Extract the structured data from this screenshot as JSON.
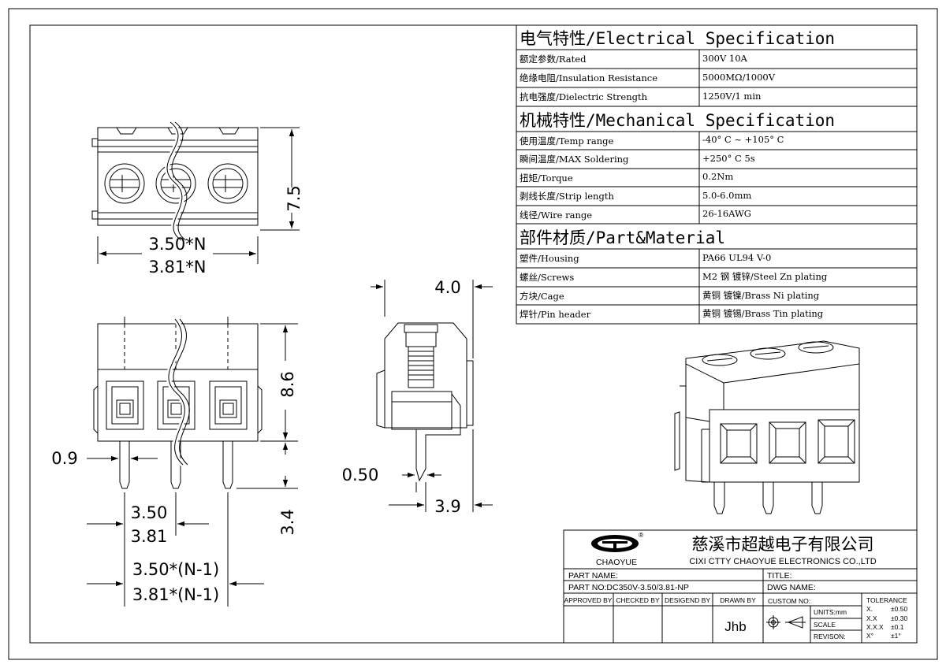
{
  "electrical": {
    "title": "电气特性/Electrical Specification",
    "rows": [
      {
        "label": "额定参数/Rated",
        "value": "300V  10A"
      },
      {
        "label": "绝缘电阻/Insulation Resistance",
        "value": "5000MΩ/1000V"
      },
      {
        "label": "抗电强度/Dielectric Strength",
        "value": "1250V/1 min"
      }
    ]
  },
  "mechanical": {
    "title": "机械特性/Mechanical Specification",
    "rows": [
      {
        "label": "使用温度/Temp range",
        "value": "-40° C ~ +105° C"
      },
      {
        "label": "瞬间温度/MAX Soldering",
        "value": "+250° C    5s"
      },
      {
        "label": "扭矩/Torque",
        "value": "0.2Nm"
      },
      {
        "label": "剥线长度/Strip length",
        "value": "5.0-6.0mm"
      },
      {
        "label": "线径/Wire range",
        "value": "26-16AWG"
      }
    ]
  },
  "material": {
    "title": "部件材质/Part&Material",
    "rows": [
      {
        "label": "塑件/Housing",
        "value": "PA66 UL94 V-0"
      },
      {
        "label": "螺丝/Screws",
        "value": "M2 钢 镀锌/Steel Zn plating"
      },
      {
        "label": "方块/Cage",
        "value": "黄铜 镀镍/Brass Ni plating"
      },
      {
        "label": "焊针/Pin header",
        "value": "黄铜 镀锡/Brass Tin plating"
      }
    ]
  },
  "dimensions": {
    "top_height": "7.5",
    "pitch_n_350": "3.50*N",
    "pitch_n_381": "3.81*N",
    "front_height": "8.6",
    "pin_length": "3.4",
    "pin_width": "0.9",
    "pitch_350": "3.50",
    "pitch_381": "3.81",
    "span_350": "3.50*(N-1)",
    "span_381": "3.81*(N-1)",
    "side_depth": "4.0",
    "side_pin_thickness": "0.50",
    "side_pin_offset": "3.9"
  },
  "title_block": {
    "logo_text": "CHAOYUE",
    "logo_mark": "®",
    "company_cn": "慈溪市超越电子有限公司",
    "company_en": "CIXI CTTY CHAOYUE ELECTRONICS CO.,LTD",
    "part_name_label": "PART NAME:",
    "title_label": "TITLE:",
    "part_no_label": "PART NO:DC350V-3.50/3.81-NP",
    "dwg_name_label": "DWG NAME:",
    "approved_by": "APPROVED BY",
    "checked_by": "CHECKED BY",
    "designed_by": "DESIGEND BY",
    "drawn_by": "DRAWN BY",
    "drawn_by_value": "Jhb",
    "custom_no": "CUSTOM NO:",
    "units": "UNITS:mm",
    "scale": "SCALE",
    "revision": "REVISON:",
    "tolerance_title": "TOLERANCE",
    "tolerance": [
      {
        "key": "X.",
        "value": "±0.50"
      },
      {
        "key": "X.X",
        "value": "±0.30"
      },
      {
        "key": "X.X.X",
        "value": "±0.1"
      },
      {
        "key": "X°",
        "value": "±1°"
      }
    ]
  }
}
